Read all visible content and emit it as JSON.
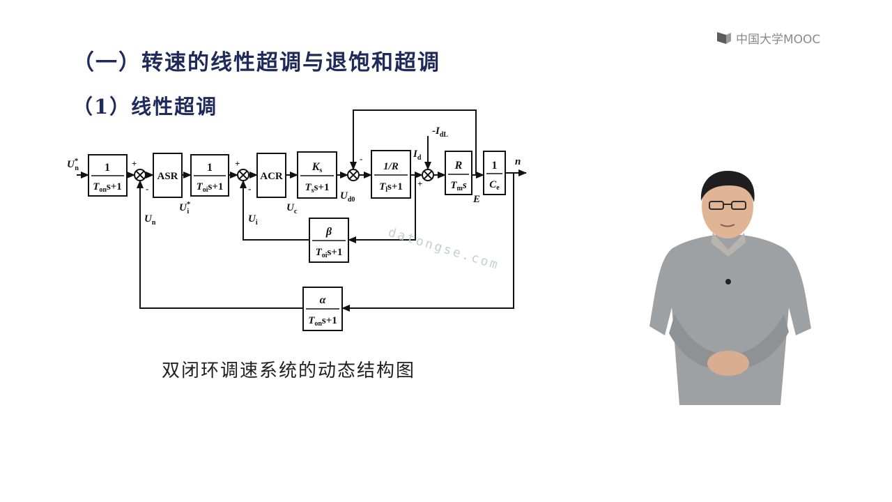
{
  "logo": {
    "text": "中国大学MOOC"
  },
  "title": "（一）转速的线性超调与退饱和超调",
  "subtitle": "（1）线性超调",
  "caption": "双闭环调速系统的动态结构图",
  "watermark": "datongse.com",
  "diagram": {
    "blocks": {
      "b1": {
        "num": "1",
        "den_var": "T",
        "den_sub": "on",
        "den_tail": "s+1"
      },
      "asr": {
        "label": "ASR"
      },
      "b2": {
        "num": "1",
        "den_var": "T",
        "den_sub": "oi",
        "den_tail": "s+1"
      },
      "acr": {
        "label": "ACR"
      },
      "b3": {
        "num_var": "K",
        "num_sub": "s",
        "den_var": "T",
        "den_sub": "s",
        "den_tail": "s+1"
      },
      "b4": {
        "num": "1/R",
        "den_var": "T",
        "den_sub": "l",
        "den_tail": "s+1"
      },
      "b5": {
        "num": "R",
        "den_var": "T",
        "den_sub": "m",
        "den_tail": "s"
      },
      "b6": {
        "num": "1",
        "den_var": "C",
        "den_sub": "e"
      },
      "beta": {
        "num": "β",
        "den_var": "T",
        "den_sub": "oi",
        "den_tail": "s+1"
      },
      "alpha": {
        "num": "α",
        "den_var": "T",
        "den_sub": "on",
        "den_tail": "s+1"
      }
    },
    "signals": {
      "un_star": {
        "var": "U",
        "sup": "*",
        "sub": "n"
      },
      "ui_star": {
        "var": "U",
        "sup": "*",
        "sub": "i"
      },
      "un": {
        "var": "U",
        "sub": "n"
      },
      "ui": {
        "var": "U",
        "sub": "i"
      },
      "uc": {
        "var": "U",
        "sub": "c"
      },
      "ud0": {
        "var": "U",
        "sub": "d0"
      },
      "id": {
        "var": "I",
        "sub": "d"
      },
      "idl": {
        "prefix": "-",
        "var": "I",
        "sub": "dL"
      },
      "e": {
        "var": "E"
      },
      "n": {
        "var": "n"
      }
    },
    "signs": {
      "plus": "+",
      "minus": "-"
    }
  }
}
